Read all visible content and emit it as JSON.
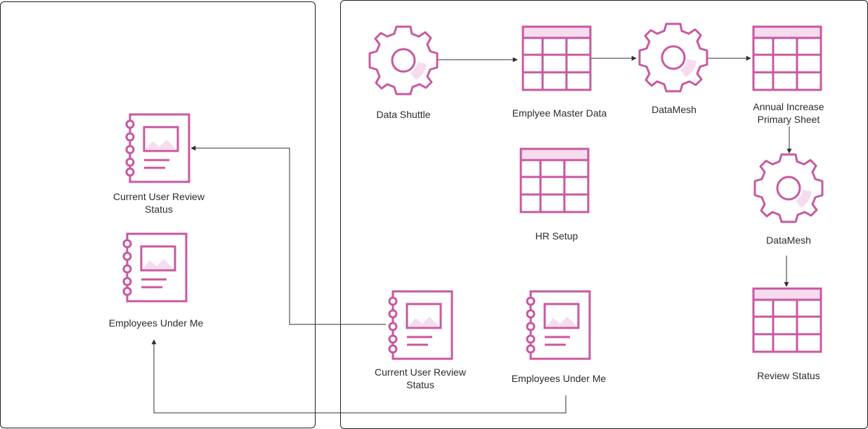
{
  "colors": {
    "accent": "#c8589f",
    "fill": "#f6dcee",
    "line": "#2f2f2f",
    "border": "#1f1f1f"
  },
  "left_panel": {
    "doc_current_user": {
      "icon": "notebook-icon",
      "label": "Current User Review\nStatus"
    },
    "doc_employees": {
      "icon": "notebook-icon",
      "label": "Employees Under Me"
    }
  },
  "right_panel": {
    "data_shuttle": {
      "icon": "gear-icon",
      "label": "Data Shuttle"
    },
    "employee_master": {
      "icon": "table-icon",
      "label": "Emplyee Master Data"
    },
    "datamesh_top": {
      "icon": "gear-icon",
      "label": "DataMesh"
    },
    "annual_increase": {
      "icon": "table-icon",
      "label": "Annual Increase\nPrimary Sheet"
    },
    "hr_setup": {
      "icon": "table-icon",
      "label": "HR Setup"
    },
    "datamesh_right": {
      "icon": "gear-icon",
      "label": "DataMesh"
    },
    "review_status": {
      "icon": "table-icon",
      "label": "Review Status"
    },
    "doc_current_user": {
      "icon": "notebook-icon",
      "label": "Current User Review\nStatus"
    },
    "doc_employees": {
      "icon": "notebook-icon",
      "label": "Employees Under Me"
    }
  }
}
